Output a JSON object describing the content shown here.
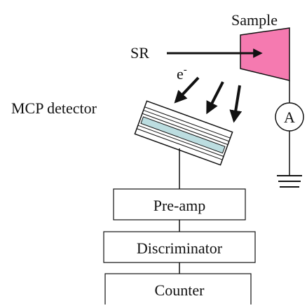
{
  "labels": {
    "sample": "Sample",
    "sr": "SR",
    "electron": "e",
    "electron_sup": "-",
    "mcp": "MCP detector",
    "ammeter": "A"
  },
  "boxes": {
    "preamp": "Pre-amp",
    "discriminator": "Discriminator",
    "counter": "Counter"
  },
  "colors": {
    "sample_fill": "#f57ab0",
    "detector_fill": "#bcdde0",
    "line": "#111111"
  }
}
